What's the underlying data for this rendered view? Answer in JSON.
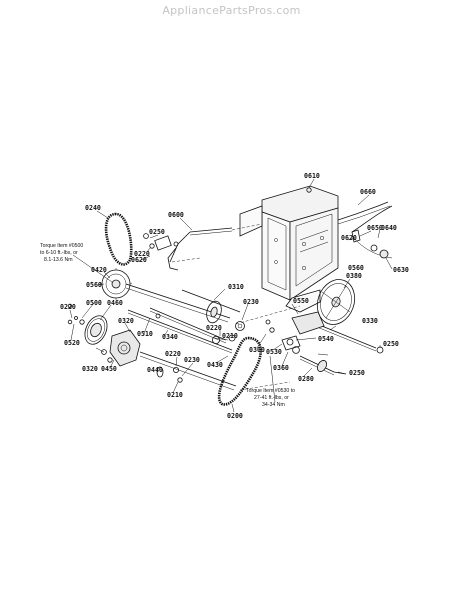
{
  "header": {
    "watermark": "AppliancePartsPros.com"
  },
  "notes": {
    "torque_left": [
      "Torque Item #0500",
      "to 6-10 ft.-lbs, or",
      "8.1-13.6 Nm"
    ],
    "torque_bottom": [
      "Torque Item #0530 to",
      "27-41 ft.-lbs, or",
      "34-34 Nm"
    ]
  },
  "parts": [
    {
      "id": "p0610",
      "label": "0610"
    },
    {
      "id": "p0660",
      "label": "0660"
    },
    {
      "id": "p0240",
      "label": "0240"
    },
    {
      "id": "p0600",
      "label": "0600"
    },
    {
      "id": "p0250a",
      "label": "0250"
    },
    {
      "id": "p0650",
      "label": "0650"
    },
    {
      "id": "p0640",
      "label": "0640"
    },
    {
      "id": "p0220a",
      "label": "0220"
    },
    {
      "id": "p0620a",
      "label": "0620"
    },
    {
      "id": "p0620b",
      "label": "0620"
    },
    {
      "id": "p0630",
      "label": "0630"
    },
    {
      "id": "p0420",
      "label": "0420"
    },
    {
      "id": "p0560",
      "label": "0560"
    },
    {
      "id": "p0310",
      "label": "0310"
    },
    {
      "id": "p0380",
      "label": "0380"
    },
    {
      "id": "p0460",
      "label": "0460"
    },
    {
      "id": "p0500",
      "label": "0500"
    },
    {
      "id": "p0230a",
      "label": "0230"
    },
    {
      "id": "p0550",
      "label": "0550"
    },
    {
      "id": "p0220b",
      "label": "0220"
    },
    {
      "id": "p0330",
      "label": "0330"
    },
    {
      "id": "p0320",
      "label": "0320"
    },
    {
      "id": "p0510",
      "label": "0510"
    },
    {
      "id": "p0520",
      "label": "0520"
    },
    {
      "id": "p0220c",
      "label": "0220"
    },
    {
      "id": "p0210a",
      "label": "0210"
    },
    {
      "id": "p0340",
      "label": "0340"
    },
    {
      "id": "p0250b",
      "label": "0250"
    },
    {
      "id": "p0540",
      "label": "0540"
    },
    {
      "id": "p0530",
      "label": "0530"
    },
    {
      "id": "p0300",
      "label": "0300"
    },
    {
      "id": "p0360",
      "label": "0360"
    },
    {
      "id": "p0320b",
      "label": "0320"
    },
    {
      "id": "p0450",
      "label": "0450"
    },
    {
      "id": "p0440",
      "label": "0440"
    },
    {
      "id": "p0220d",
      "label": "0220"
    },
    {
      "id": "p0230b",
      "label": "0230"
    },
    {
      "id": "p0430",
      "label": "0430"
    },
    {
      "id": "p0280",
      "label": "0280"
    },
    {
      "id": "p0250c",
      "label": "0250"
    },
    {
      "id": "p0210b",
      "label": "0210"
    },
    {
      "id": "p0200",
      "label": "0200"
    }
  ]
}
